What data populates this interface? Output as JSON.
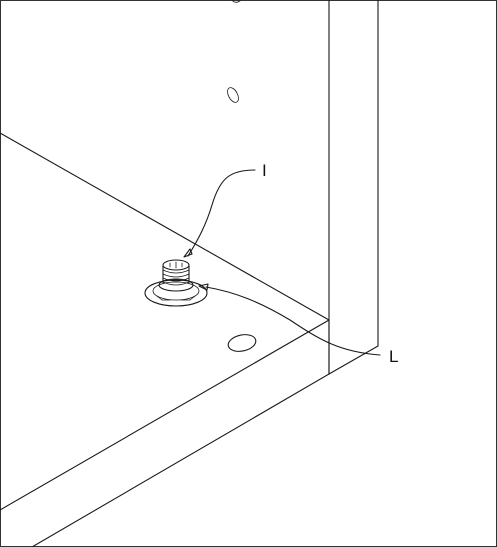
{
  "diagram": {
    "callouts": [
      {
        "id": "I",
        "label": "I"
      },
      {
        "id": "L",
        "label": "L"
      }
    ],
    "line_color": "#1a1a1a",
    "background": "#ffffff"
  }
}
